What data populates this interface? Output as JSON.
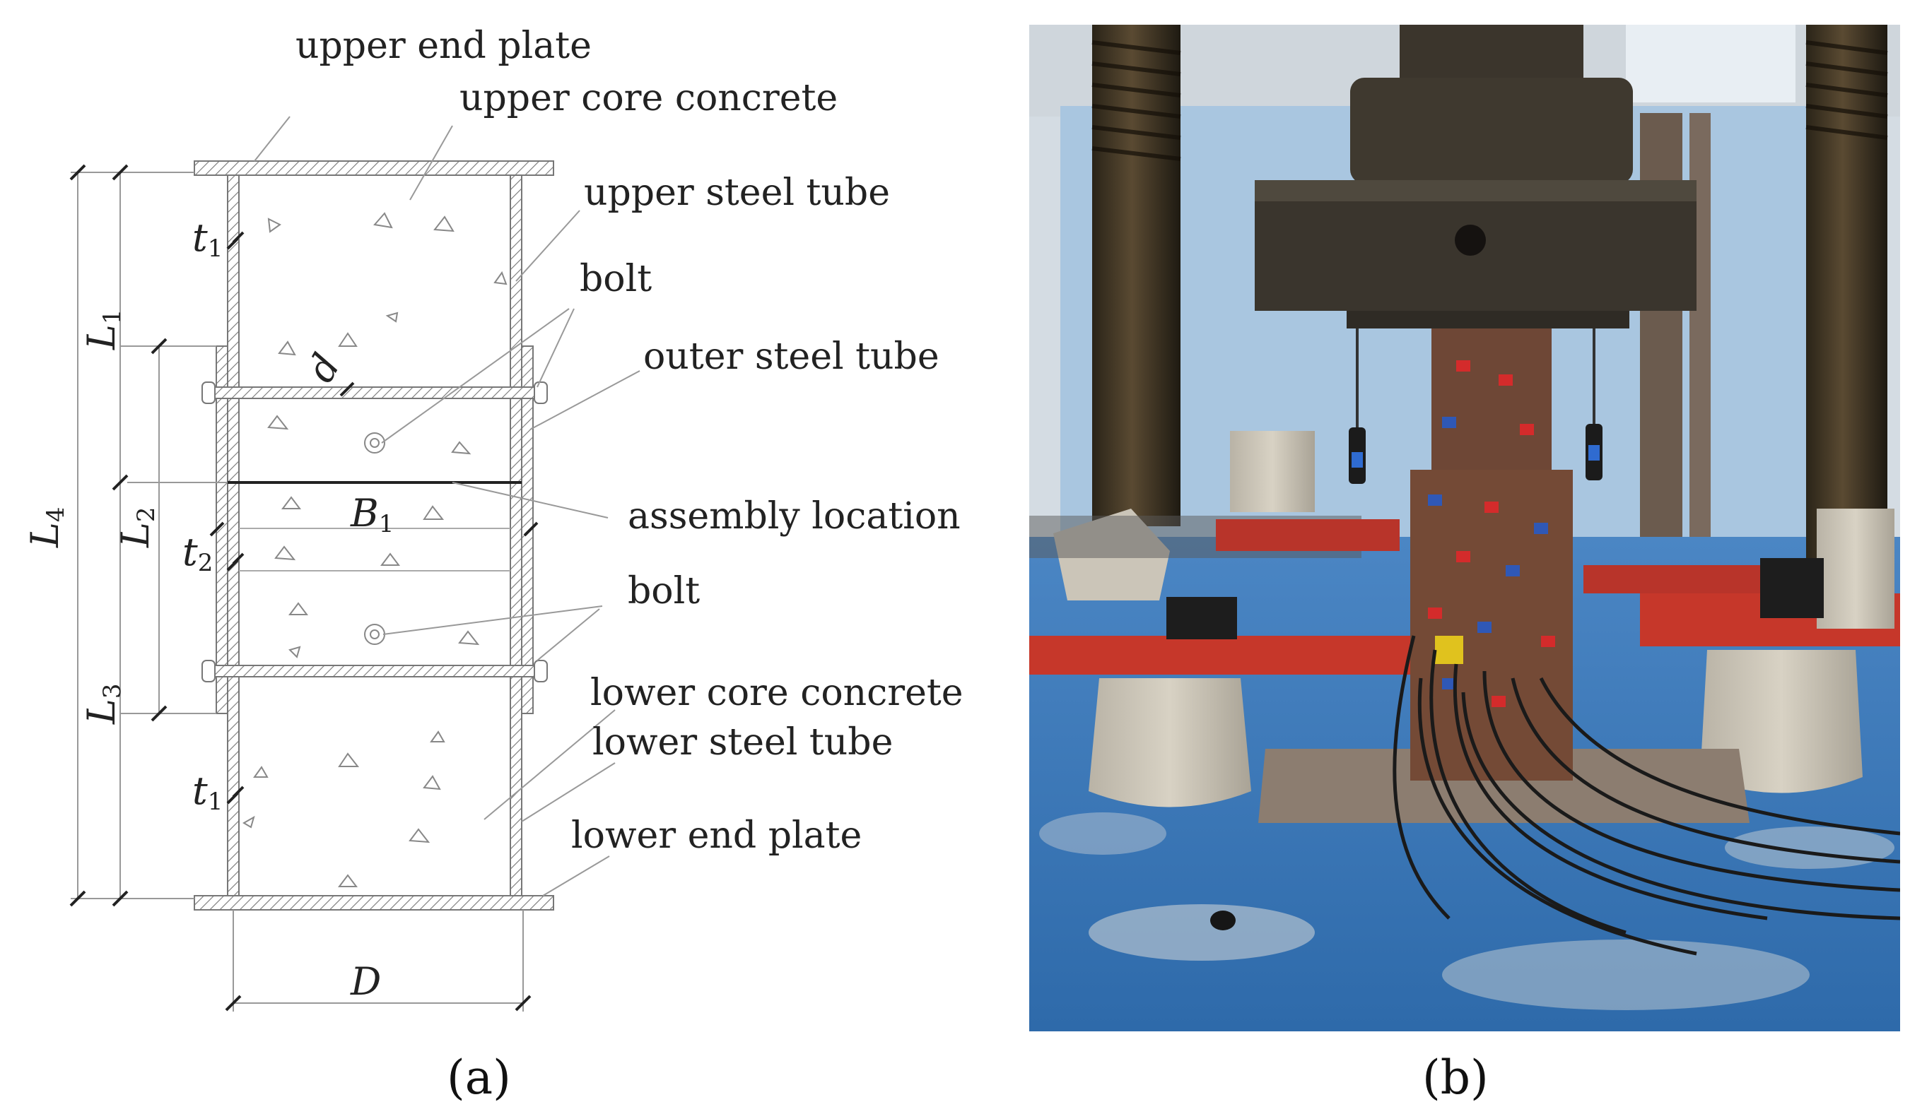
{
  "diagram": {
    "labels": {
      "upper_end_plate": "upper end plate",
      "upper_core_concrete": "upper core concrete",
      "upper_steel_tube": "upper steel tube",
      "bolt_upper": "bolt",
      "outer_steel_tube": "outer steel tube",
      "assembly_location": "assembly location",
      "bolt_lower": "bolt",
      "lower_core_concrete": "lower core concrete",
      "lower_steel_tube": "lower steel tube",
      "lower_end_plate": "lower end plate"
    },
    "dimensions": {
      "L4": "L4",
      "L1": "L1",
      "L2": "L2",
      "L3": "L3",
      "t1_top": "t1",
      "t2": "t2",
      "t1_bottom": "t1",
      "d": "d",
      "B1": "B1",
      "D": "D"
    },
    "caption_a": "(a)"
  },
  "photo": {
    "caption_b": "(b)"
  }
}
